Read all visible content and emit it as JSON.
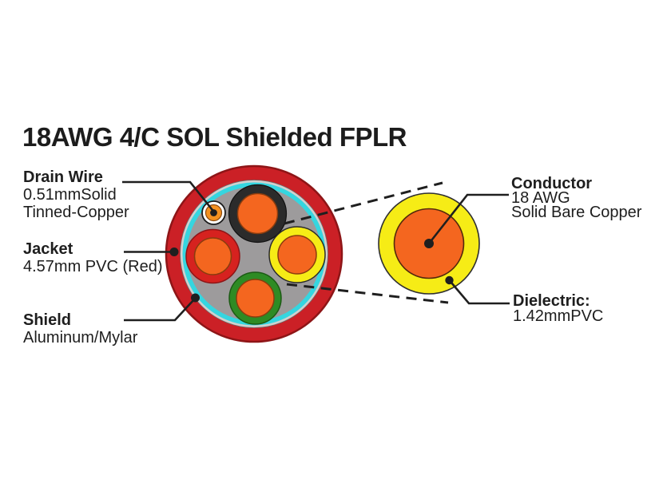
{
  "title": "18AWG 4/C SOL Shielded FPLR",
  "labels": {
    "drain_wire": {
      "title": "Drain Wire",
      "line1": "0.51mmSolid",
      "line2": "Tinned-Copper"
    },
    "jacket": {
      "title": "Jacket",
      "line1": "4.57mm PVC (Red)"
    },
    "shield": {
      "title": "Shield",
      "line1": "Aluminum/Mylar"
    },
    "conductor": {
      "title": "Conductor",
      "line1": "18 AWG",
      "line2": "Solid Bare Copper"
    },
    "dielectric": {
      "title": "Dielectric:",
      "line1": "1.42mmPVC"
    }
  },
  "colors": {
    "background": "#ffffff",
    "jacket_red": "#cb2026",
    "jacket_edge": "#8e1517",
    "foil_silver": "#d2d0ce",
    "shield_cyan": "#35d6e0",
    "filler_gray": "#9d9b9c",
    "insulation_black": "#2b2b2b",
    "insulation_yellow": "#f6ec16",
    "insulation_green": "#2e8b24",
    "insulation_red": "#d6221f",
    "core_orange": "#f4661f",
    "drain_orange": "#f49120",
    "drain_white": "#ffffff",
    "line_black": "#1f1f1f"
  }
}
